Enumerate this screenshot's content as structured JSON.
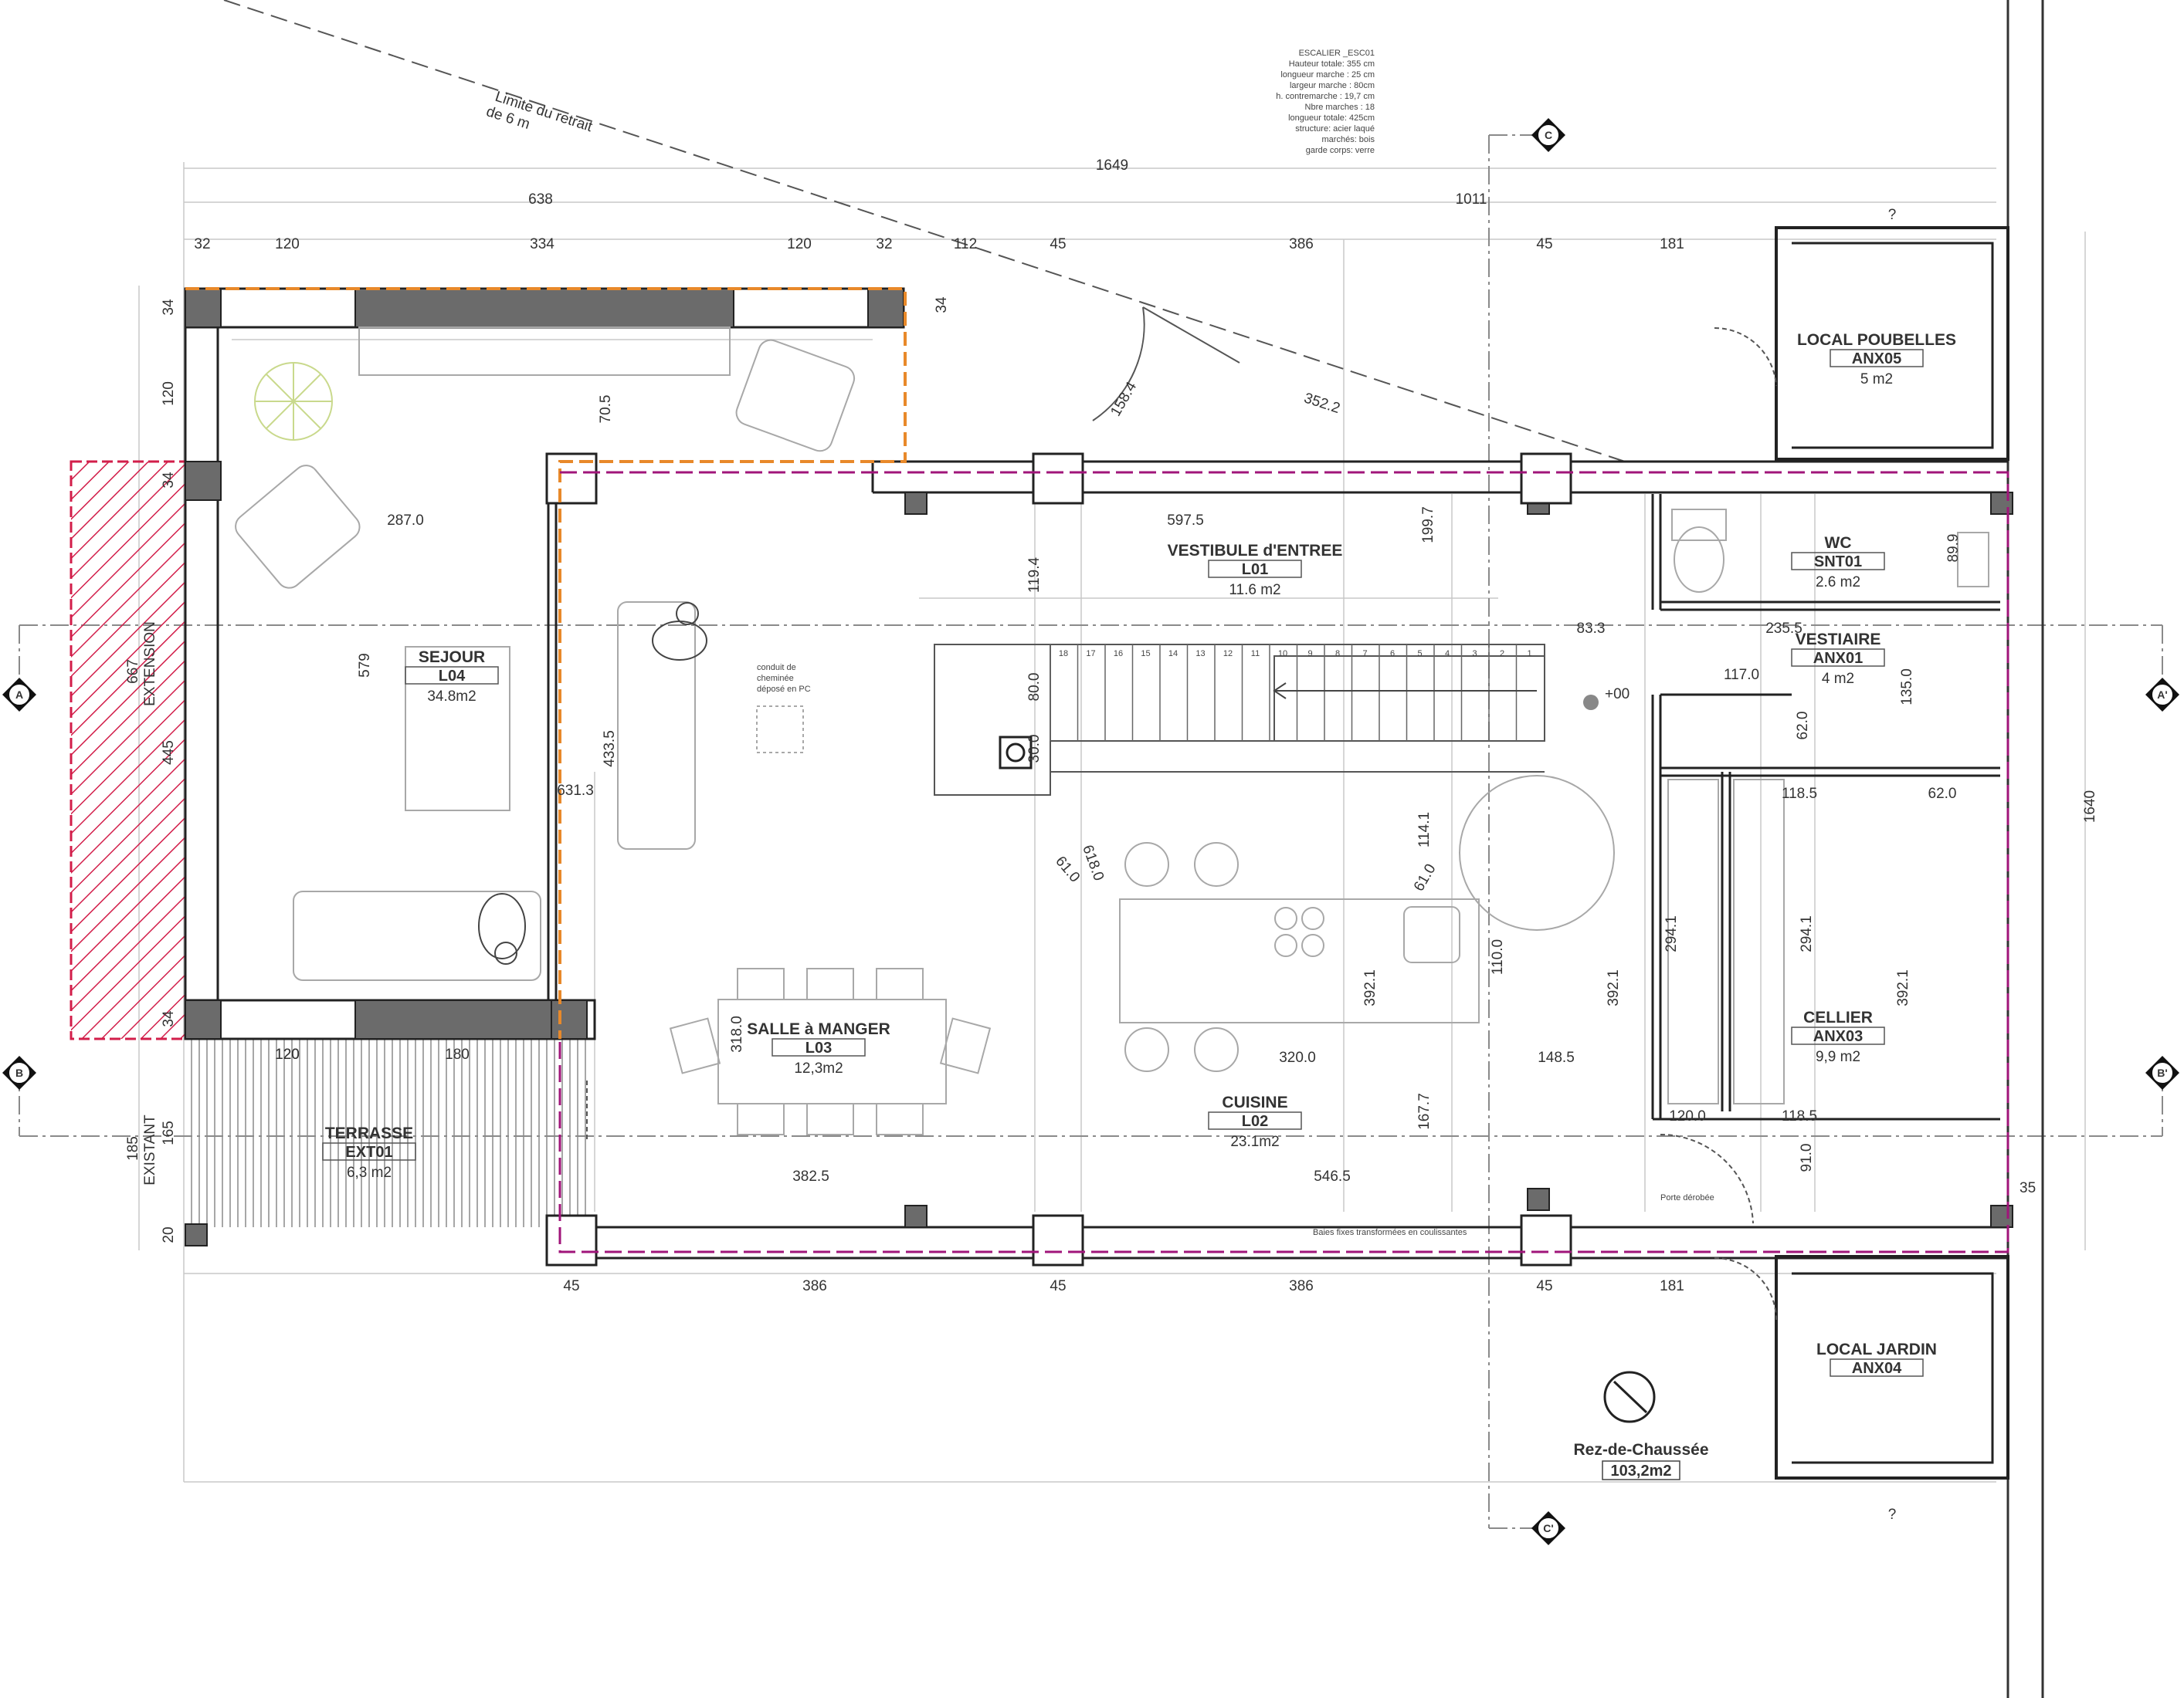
{
  "rooms": [
    {
      "id": "sejour",
      "name": "SEJOUR",
      "code": "L04",
      "area": "34.8m2"
    },
    {
      "id": "vestibule",
      "name": "VESTIBULE d'ENTREE",
      "code": "L01",
      "area": "11.6 m2"
    },
    {
      "id": "salle-manger",
      "name": "SALLE à MANGER",
      "code": "L03",
      "area": "12,3m2"
    },
    {
      "id": "cuisine",
      "name": "CUISINE",
      "code": "L02",
      "area": "23.1m2"
    },
    {
      "id": "terrasse",
      "name": "TERRASSE",
      "code": "EXT01",
      "area": "6,3 m2"
    },
    {
      "id": "local-poubelles",
      "name": "LOCAL POUBELLES",
      "code": "ANX05",
      "area": "5 m2"
    },
    {
      "id": "wc",
      "name": "WC",
      "code": "SNT01",
      "area": "2.6 m2"
    },
    {
      "id": "vestiaire",
      "name": "VESTIAIRE",
      "code": "ANX01",
      "area": "4 m2"
    },
    {
      "id": "cellier",
      "name": "CELLIER",
      "code": "ANX03",
      "area": "9,9 m2"
    },
    {
      "id": "local-jardin",
      "name": "LOCAL JARDIN",
      "code": "ANX04",
      "area": ""
    }
  ],
  "level": {
    "name": "Rez-de-Chaussée",
    "area": "103,2m2"
  },
  "stair_spec": [
    "ESCALIER _ESC01",
    "Hauteur totale: 355 cm",
    "longueur marche : 25 cm",
    "largeur marche : 80cm",
    "h. contremarche : 19,7 cm",
    "Nbre marches : 18",
    "longueur totale: 425cm",
    "structure: acier laqué",
    "marchés: bois",
    "garde corps: verre"
  ],
  "setback": {
    "line1": "Limite du retrait",
    "line2": "de 6 m"
  },
  "side_labels": {
    "extension": "EXTENSION",
    "existant": "EXISTANT"
  },
  "notes": {
    "chimney": [
      "conduit de",
      "cheminée",
      "déposé en PC"
    ],
    "hidden_door": "Porte dérobée",
    "sliding": "Baies fixes transformées en coulissantes",
    "level_mark": "+00"
  },
  "sections": {
    "a": "A",
    "a2": "A'",
    "b": "B",
    "b2": "B'",
    "c": "C",
    "c2": "C'"
  },
  "dims": {
    "top_total": "1649",
    "top_left": "638",
    "top_right": "1011",
    "top_row": [
      "32",
      "120",
      "334",
      "120",
      "32",
      "112",
      "45",
      "386",
      "45",
      "181"
    ],
    "top_q": "?",
    "bottom_q": "?",
    "bottom_row": [
      "45",
      "386",
      "45",
      "386",
      "45",
      "181"
    ],
    "left_col": [
      "34",
      "120",
      "34",
      "667",
      "579",
      "445",
      "34",
      "185",
      "165",
      "20"
    ],
    "right_total": "1640",
    "right_35": "35",
    "interior": [
      "70.5",
      "287.0",
      "631.3",
      "433.5",
      "597.5",
      "119.4",
      "199.7",
      "158.4",
      "352.2",
      "80.0",
      "30.0",
      "618.0",
      "61.0",
      "114.1",
      "61.0",
      "110.0",
      "392.1",
      "320.0",
      "148.5",
      "167.7",
      "546.5",
      "382.5",
      "318.0",
      "83.3",
      "235.5",
      "117.0",
      "89.9",
      "135.0",
      "62.0",
      "118.5",
      "62.0",
      "392.1",
      "294.1",
      "294.1",
      "392.1",
      "120.0",
      "118.5",
      "91.0",
      "120",
      "180",
      "120",
      "34"
    ],
    "stair_numbers": [
      "18",
      "17",
      "16",
      "15",
      "14",
      "13",
      "12",
      "11",
      "10",
      "9",
      "8",
      "7",
      "6",
      "5",
      "4",
      "3",
      "2",
      "1"
    ]
  },
  "colors": {
    "wall": "#6b6b6b",
    "orange": "#e8892a",
    "magenta": "#a0157a",
    "red": "#d21e4a",
    "line": "#555555",
    "light": "#b8b8b8"
  }
}
